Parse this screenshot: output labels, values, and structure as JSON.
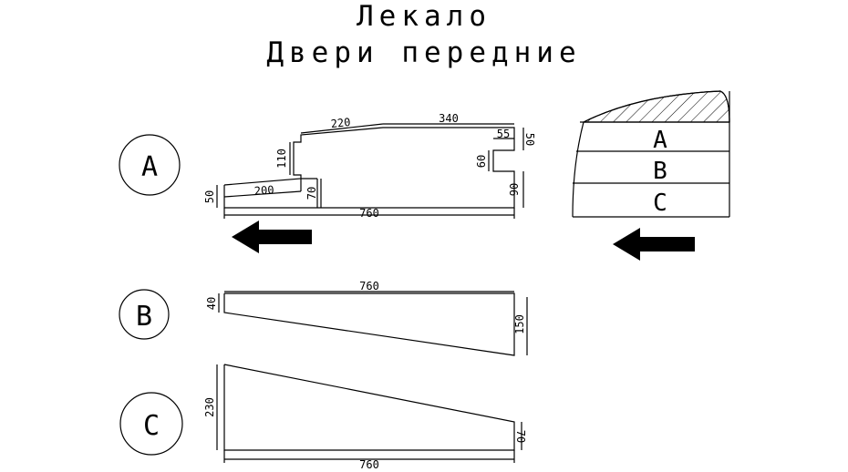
{
  "title": {
    "line1": "Лекало",
    "line2": "Двери передние"
  },
  "parts": {
    "a": {
      "label": "A"
    },
    "b": {
      "label": "B"
    },
    "c": {
      "label": "C"
    }
  },
  "dims": {
    "a_220": "220",
    "a_340": "340",
    "a_55": "55",
    "a_50_right": "50",
    "a_60": "60",
    "a_110": "110",
    "a_90": "90",
    "a_200": "200",
    "a_70": "70",
    "a_50_left": "50",
    "a_760": "760",
    "b_760": "760",
    "b_40": "40",
    "b_150": "150",
    "c_230": "230",
    "c_70": "70",
    "c_760": "760"
  },
  "legend": {
    "a": "A",
    "b": "B",
    "c": "C"
  },
  "colors": {
    "stroke": "#000000",
    "background": "#ffffff"
  }
}
